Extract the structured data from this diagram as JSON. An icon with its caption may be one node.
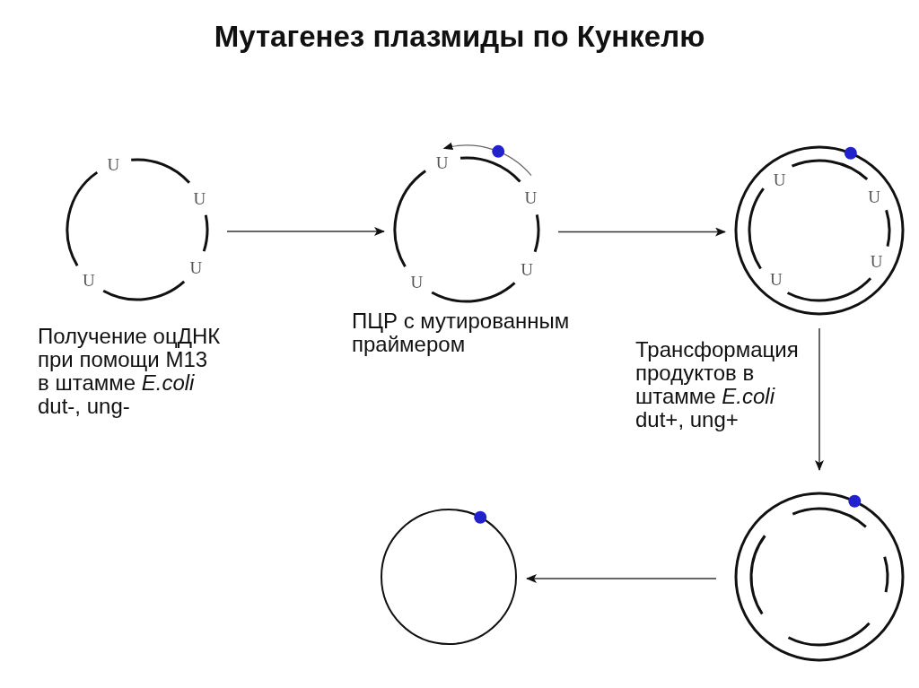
{
  "diagram": {
    "title": "Мутагенез плазмиды по Кункелю",
    "nodes": [
      {
        "text": [
          "U",
          "U",
          "U",
          "U"
        ],
        "beside": [
          "Получение оцДНК при помощи М13 в штамме *E.coli* dut-, ung-"
        ]
      },
      {
        "text": [
          "U",
          "U",
          "U",
          "U"
        ],
        "beside": [
          "ПЦР с мутированным праймером"
        ]
      },
      {
        "text": [
          "U",
          "U",
          "U",
          "U"
        ]
      },
      {
        "text": [],
        "shape": "circle"
      },
      {
        "text": [],
        "shape": "circle"
      }
    ],
    "edges": [
      {
        "from": 0,
        "to": 1,
        "arrow": "to"
      },
      {
        "from": 1,
        "to": 2,
        "arrow": "to"
      },
      {
        "from": 2,
        "to": 4,
        "arrow": "to"
      },
      {
        "from": 4,
        "to": 3,
        "arrow": "to"
      }
    ],
    "labels": [
      "Трансформация продуктов в штамме *E.coli* dut+, ung+"
    ]
  }
}
